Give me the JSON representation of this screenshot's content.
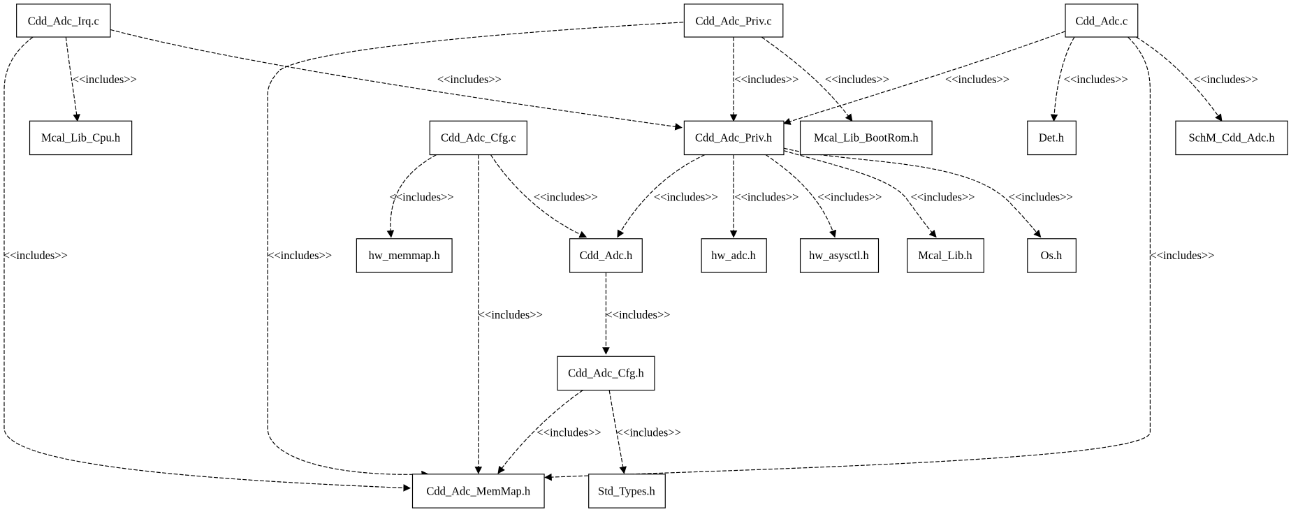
{
  "diagram": {
    "edge_label": "<<includes>>",
    "nodes": {
      "irq_c": "Cdd_Adc_Irq.c",
      "priv_c": "Cdd_Adc_Priv.c",
      "adc_c": "Cdd_Adc.c",
      "cpu_h": "Mcal_Lib_Cpu.h",
      "cfg_c": "Cdd_Adc_Cfg.c",
      "priv_h": "Cdd_Adc_Priv.h",
      "bootrom_h": "Mcal_Lib_BootRom.h",
      "det_h": "Det.h",
      "schm_h": "SchM_Cdd_Adc.h",
      "memmap_lower_h": "hw_memmap.h",
      "adc_h": "Cdd_Adc.h",
      "hwadc_h": "hw_adc.h",
      "asysctl_h": "hw_asysctl.h",
      "mcallib_h": "Mcal_Lib.h",
      "os_h": "Os.h",
      "cfg_h": "Cdd_Adc_Cfg.h",
      "memmap_h": "Cdd_Adc_MemMap.h",
      "stdtypes_h": "Std_Types.h"
    },
    "edges": [
      {
        "from": "Cdd_Adc_Irq.c",
        "to": "Mcal_Lib_Cpu.h"
      },
      {
        "from": "Cdd_Adc_Irq.c",
        "to": "Cdd_Adc_Priv.h"
      },
      {
        "from": "Cdd_Adc_Irq.c",
        "to": "Cdd_Adc_MemMap.h"
      },
      {
        "from": "Cdd_Adc_Priv.c",
        "to": "Cdd_Adc_Priv.h"
      },
      {
        "from": "Cdd_Adc_Priv.c",
        "to": "Mcal_Lib_BootRom.h"
      },
      {
        "from": "Cdd_Adc_Priv.c",
        "to": "Cdd_Adc_MemMap.h"
      },
      {
        "from": "Cdd_Adc.c",
        "to": "Cdd_Adc_Priv.h"
      },
      {
        "from": "Cdd_Adc.c",
        "to": "Det.h"
      },
      {
        "from": "Cdd_Adc.c",
        "to": "SchM_Cdd_Adc.h"
      },
      {
        "from": "Cdd_Adc.c",
        "to": "Cdd_Adc_MemMap.h"
      },
      {
        "from": "Cdd_Adc_Cfg.c",
        "to": "hw_memmap.h"
      },
      {
        "from": "Cdd_Adc_Cfg.c",
        "to": "Cdd_Adc.h"
      },
      {
        "from": "Cdd_Adc_Cfg.c",
        "to": "Cdd_Adc_MemMap.h"
      },
      {
        "from": "Cdd_Adc_Priv.h",
        "to": "Cdd_Adc.h"
      },
      {
        "from": "Cdd_Adc_Priv.h",
        "to": "hw_adc.h"
      },
      {
        "from": "Cdd_Adc_Priv.h",
        "to": "hw_asysctl.h"
      },
      {
        "from": "Cdd_Adc_Priv.h",
        "to": "Mcal_Lib.h"
      },
      {
        "from": "Cdd_Adc_Priv.h",
        "to": "Os.h"
      },
      {
        "from": "Cdd_Adc.h",
        "to": "Cdd_Adc_Cfg.h"
      },
      {
        "from": "Cdd_Adc_Cfg.h",
        "to": "Cdd_Adc_MemMap.h"
      },
      {
        "from": "Cdd_Adc_Cfg.h",
        "to": "Std_Types.h"
      }
    ]
  }
}
